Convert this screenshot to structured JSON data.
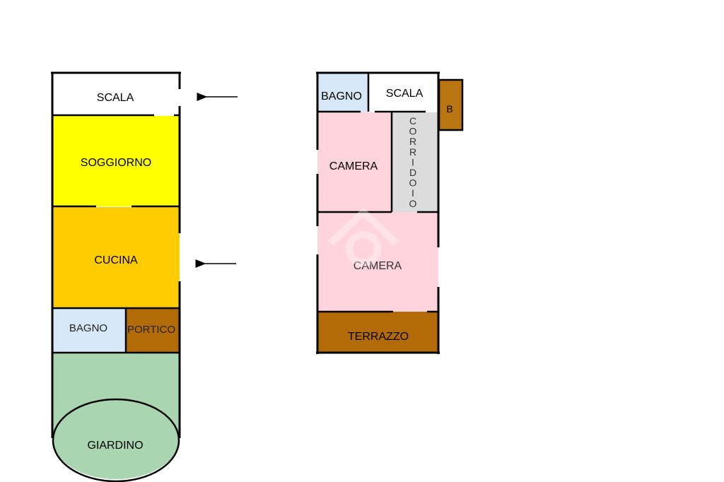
{
  "colors": {
    "scala": "#ffffff",
    "soggiorno": "#ffff00",
    "cucina": "#ffcc00",
    "bagno": "#d6e8f7",
    "portico": "#b36b08",
    "giardino": "#a9d6b0",
    "camera": "#ffd4dd",
    "corridoio": "#dcdcdc",
    "terrazzo": "#b36b08",
    "b_box": "#b87510"
  },
  "ground_floor": {
    "scala": "SCALA",
    "soggiorno": "SOGGIORNO",
    "cucina": "CUCINA",
    "bagno": "BAGNO",
    "portico": "PORTICO",
    "giardino": "GIARDINO"
  },
  "first_floor": {
    "bagno": "BAGNO",
    "scala": "SCALA",
    "b": "B",
    "camera_1": "CAMERA",
    "corridoio_letters": [
      "C",
      "O",
      "R",
      "R",
      "I",
      "D",
      "O",
      "I",
      "O"
    ],
    "camera_2": "CAMERA",
    "terrazzo": "TERRAZZO"
  },
  "arrows": [
    "arrow-scala",
    "arrow-cucina"
  ]
}
